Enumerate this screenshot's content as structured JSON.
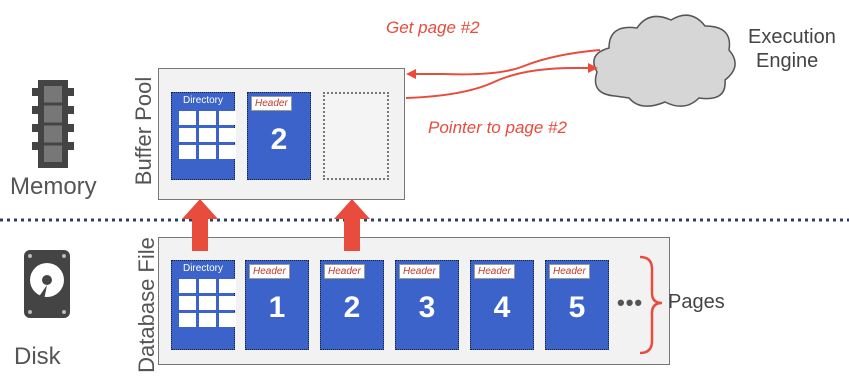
{
  "memory": {
    "label": "Memory"
  },
  "disk": {
    "label": "Disk"
  },
  "buffer_pool": {
    "label": "Buffer Pool",
    "frames": [
      {
        "kind": "directory",
        "title": "Directory"
      },
      {
        "kind": "page",
        "header": "Header",
        "number": "2"
      },
      {
        "kind": "empty"
      }
    ]
  },
  "database_file": {
    "label": "Database File",
    "directory_title": "Directory",
    "pages": [
      {
        "header": "Header",
        "number": "1"
      },
      {
        "header": "Header",
        "number": "2"
      },
      {
        "header": "Header",
        "number": "3"
      },
      {
        "header": "Header",
        "number": "4"
      },
      {
        "header": "Header",
        "number": "5"
      }
    ],
    "ellipsis": "•••",
    "pages_label": "Pages"
  },
  "execution_engine": {
    "line1": "Execution",
    "line2": "Engine"
  },
  "request_text": "Get page #2",
  "response_text": "Pointer to page #2",
  "colors": {
    "page_blue": "#3b63c9",
    "arrow_red": "#e74c3c",
    "box_gray": "#f2f2f2"
  }
}
